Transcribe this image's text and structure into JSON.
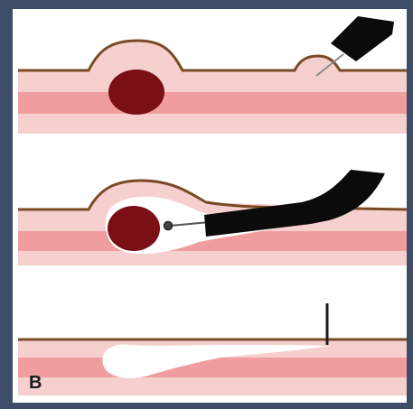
{
  "figure": {
    "panel_label": "B"
  },
  "colors": {
    "background_border": "#3d4d68",
    "panel_bg": "#ffffff",
    "tissue_pale": "#f6cfcf",
    "tissue_mid": "#ef9d9f",
    "surface_line": "#7a4a26",
    "lesion": "#7a0f16",
    "instrument": "#0b0b0b",
    "cavity": "#ffffff"
  },
  "steps": [
    {
      "id": "step-1",
      "description_visible": ""
    },
    {
      "id": "step-2",
      "description_visible": ""
    },
    {
      "id": "step-3",
      "description_visible": ""
    }
  ]
}
